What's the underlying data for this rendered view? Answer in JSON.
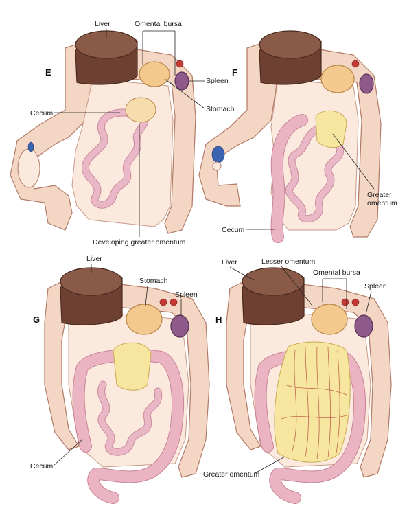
{
  "panels": [
    {
      "id": "E",
      "labels": {
        "liver": "Liver",
        "omental_bursa": "Omental bursa",
        "spleen": "Spleen",
        "stomach": "Stomach",
        "cecum": "Cecum",
        "developing_greater_omentum": "Developing greater omentum"
      }
    },
    {
      "id": "F",
      "labels": {
        "greater_omentum": "Greater omentum",
        "cecum": "Cecum"
      }
    },
    {
      "id": "G",
      "labels": {
        "liver": "Liver",
        "stomach": "Stomach",
        "spleen": "Spleen",
        "cecum": "Cecum"
      }
    },
    {
      "id": "H",
      "labels": {
        "liver": "Liver",
        "lesser_omentum": "Lesser omentum",
        "omental_bursa": "Omental bursa",
        "spleen": "Spleen",
        "greater_omentum": "Greater omentum"
      }
    }
  ],
  "colors": {
    "wall": "#f4d6c4",
    "liver": "#8a5a48",
    "stomach": "#f3c98e",
    "spleen": "#8e5a8a",
    "intestine": "#e9b7c5",
    "omentum": "#f6e6a0"
  }
}
